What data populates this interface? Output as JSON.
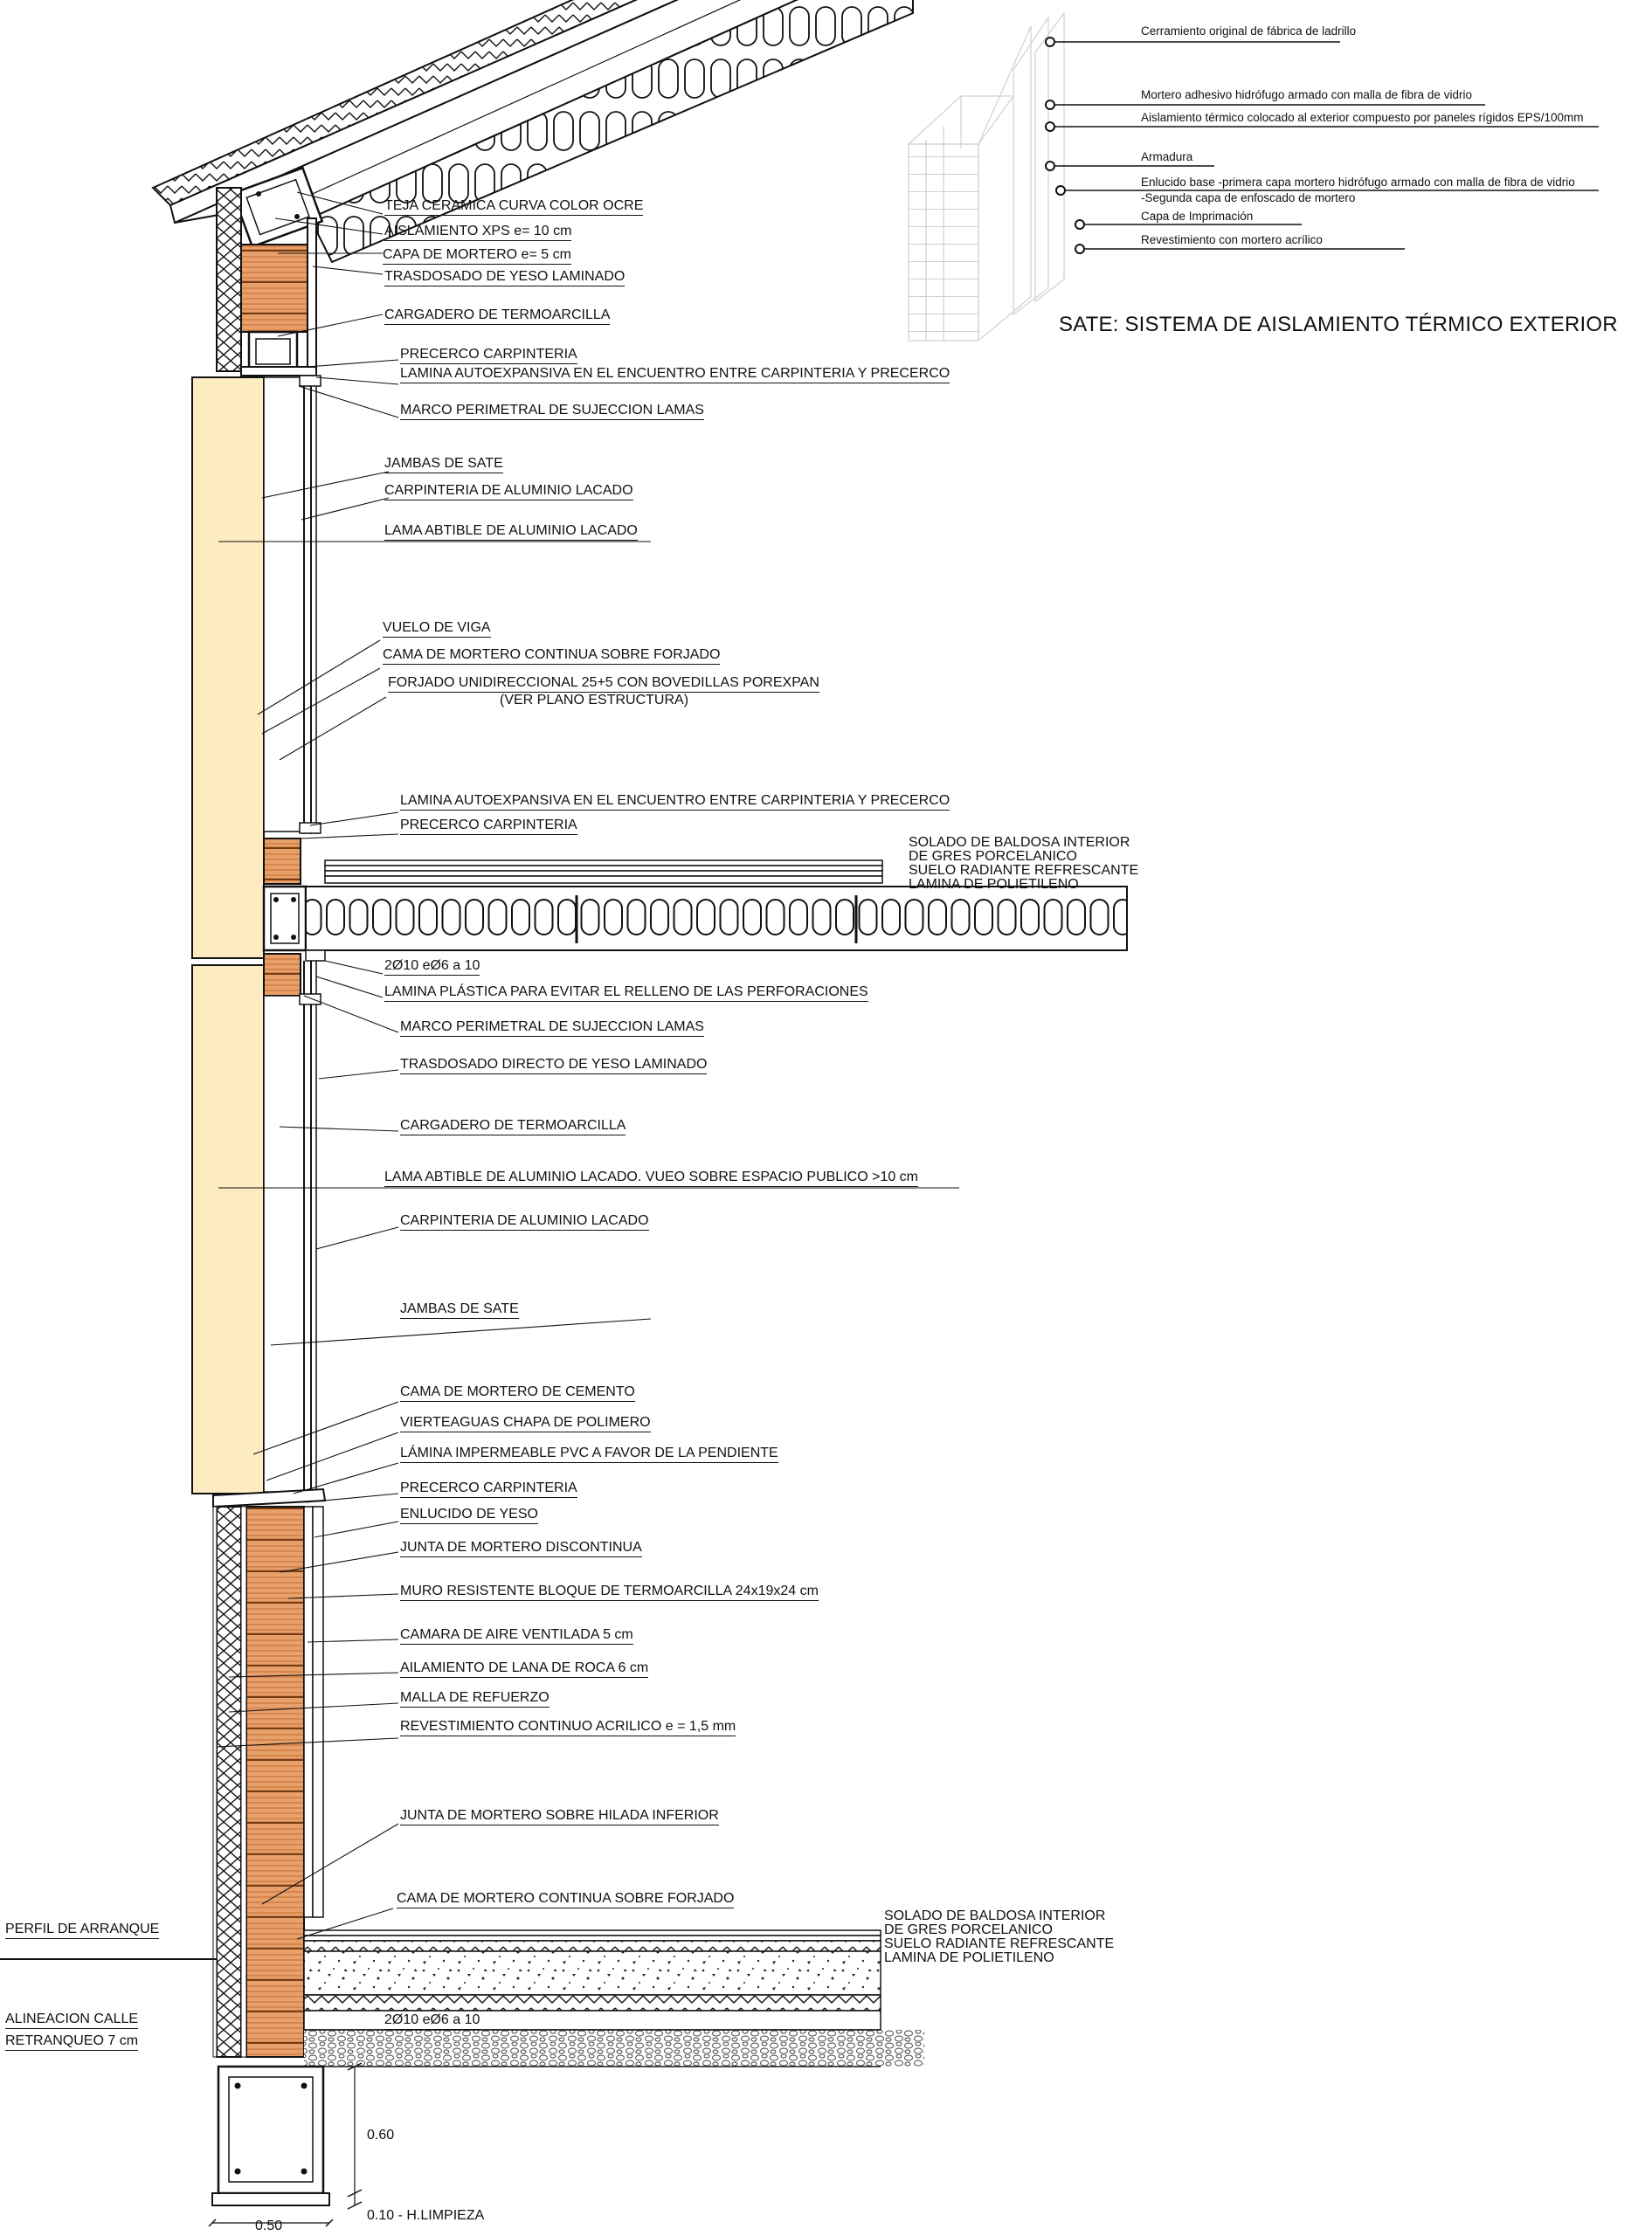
{
  "sate": {
    "title": "SATE: SISTEMA DE AISLAMIENTO TÉRMICO EXTERIOR",
    "labels": [
      "Cerramiento original de fábrica de ladrillo",
      "Mortero adhesivo hidrófugo armado con malla de fibra de vidrio",
      "Aislamiento térmico colocado al exterior compuesto por paneles rígidos EPS/100mm",
      "Armadura",
      "Enlucido base -primera capa mortero hidrófugo armado con malla de fibra de vidrio",
      "-Segunda capa de enfoscado de mortero",
      "Capa de Imprimación",
      "Revestimiento con mortero acrílico"
    ]
  },
  "upper_labels": [
    "TEJA CERAMICA CURVA COLOR OCRE",
    "AISLAMIENTO XPS e= 10 cm",
    "CAPA DE MORTERO e= 5 cm",
    "TRASDOSADO DE YESO LAMINADO",
    "CARGADERO DE TERMOARCILLA",
    "PRECERCO CARPINTERIA",
    "LAMINA AUTOEXPANSIVA EN EL ENCUENTRO ENTRE CARPINTERIA Y PRECERCO",
    "MARCO PERIMETRAL DE SUJECCION LAMAS",
    "JAMBAS DE SATE",
    "CARPINTERIA DE ALUMINIO LACADO",
    "LAMA ABTIBLE DE ALUMINIO LACADO",
    "VUELO DE VIGA",
    "CAMA DE MORTERO CONTINUA SOBRE FORJADO",
    "FORJADO UNIDIRECCIONAL 25+5 CON BOVEDILLAS POREXPAN",
    "(VER PLANO ESTRUCTURA)",
    "LAMINA AUTOEXPANSIVA EN EL ENCUENTRO ENTRE CARPINTERIA Y PRECERCO",
    "PRECERCO CARPINTERIA"
  ],
  "floor1": {
    "l1": "SOLADO DE BALDOSA INTERIOR",
    "l2": "DE GRES PORCELANICO",
    "l3": "SUELO RADIANTE REFRESCANTE",
    "l4": "LAMINA DE POLIETILENO"
  },
  "lower_labels": [
    "2Ø10 eØ6 a 10",
    "LAMINA PLÁSTICA PARA EVITAR EL RELLENO DE LAS PERFORACIONES",
    "MARCO PERIMETRAL DE SUJECCION LAMAS",
    "TRASDOSADO DIRECTO DE YESO LAMINADO",
    "CARGADERO DE TERMOARCILLA",
    "LAMA ABTIBLE DE ALUMINIO LACADO. VUEO SOBRE ESPACIO PUBLICO >10 cm",
    "CARPINTERIA DE ALUMINIO LACADO",
    "JAMBAS DE SATE",
    "CAMA DE MORTERO DE CEMENTO",
    "VIERTEAGUAS CHAPA DE POLIMERO",
    "LÁMINA IMPERMEABLE PVC A FAVOR DE LA PENDIENTE",
    "PRECERCO CARPINTERIA",
    "ENLUCIDO DE YESO",
    "JUNTA DE MORTERO DISCONTINUA",
    "MURO RESISTENTE BLOQUE DE TERMOARCILLA 24x19x24 cm",
    "CAMARA DE AIRE VENTILADA  5 cm",
    "AILAMIENTO DE LANA DE ROCA 6 cm",
    "MALLA DE REFUERZO",
    "REVESTIMIENTO CONTINUO ACRILICO e = 1,5 mm",
    "JUNTA DE MORTERO SOBRE HILADA INFERIOR",
    "CAMA DE MORTERO CONTINUA SOBRE FORJADO"
  ],
  "floor2": {
    "l1": "SOLADO DE BALDOSA INTERIOR",
    "l2": "DE GRES PORCELANICO",
    "l3": "SUELO RADIANTE REFRESCANTE",
    "l4": "LAMINA DE POLIETILENO"
  },
  "base": {
    "perfil": "PERFIL DE ARRANQUE",
    "alineacion": "ALINEACION CALLE",
    "retranqueo": "RETRANQUEO 7 cm",
    "rebar": "2Ø10 eØ6 a 10",
    "dim_h": "0.60",
    "dim_limpieza": "0.10 - H.LIMPIEZA",
    "dim_w": "0.50"
  },
  "colors": {
    "brick": "#e8a06a",
    "brick_line": "#b85a22",
    "sate_panel": "#fdebc2",
    "line": "#111111"
  }
}
